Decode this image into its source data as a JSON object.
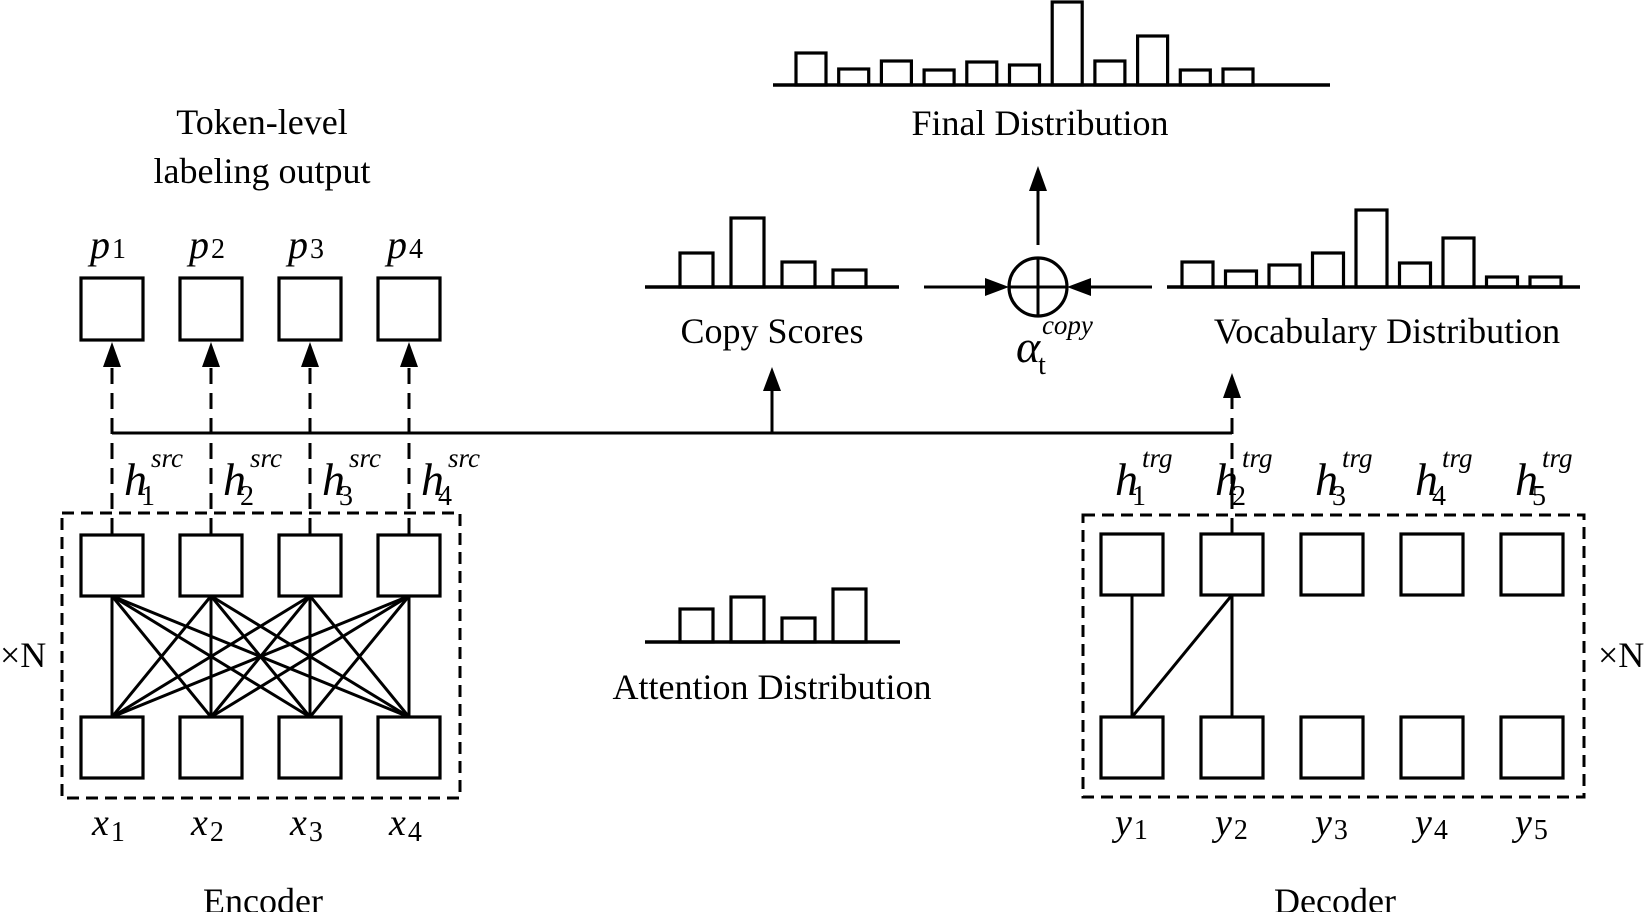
{
  "title": "Copy-augmented encoder-decoder architecture",
  "labels": {
    "token_output_line1": "Token-level",
    "token_output_line2": "labeling output",
    "final_distribution": "Final Distribution",
    "copy_scores": "Copy Scores",
    "vocabulary_distribution": "Vocabulary Distribution",
    "attention_distribution": "Attention Distribution",
    "encoder": "Encoder",
    "decoder": "Decoder",
    "encoder_repeat": "×N",
    "decoder_repeat": "×N",
    "gate_symbol": "α",
    "gate_sub": "t",
    "gate_sup": "copy"
  },
  "encoder": {
    "outputs": [
      {
        "var": "p",
        "idx": "1"
      },
      {
        "var": "p",
        "idx": "2"
      },
      {
        "var": "p",
        "idx": "3"
      },
      {
        "var": "p",
        "idx": "4"
      }
    ],
    "hidden": [
      {
        "var": "h",
        "idx": "1",
        "sup": "src"
      },
      {
        "var": "h",
        "idx": "2",
        "sup": "src"
      },
      {
        "var": "h",
        "idx": "3",
        "sup": "src"
      },
      {
        "var": "h",
        "idx": "4",
        "sup": "src"
      }
    ],
    "inputs": [
      {
        "var": "x",
        "idx": "1"
      },
      {
        "var": "x",
        "idx": "2"
      },
      {
        "var": "x",
        "idx": "3"
      },
      {
        "var": "x",
        "idx": "4"
      }
    ]
  },
  "decoder": {
    "hidden": [
      {
        "var": "h",
        "idx": "1",
        "sup": "trg"
      },
      {
        "var": "h",
        "idx": "2",
        "sup": "trg"
      },
      {
        "var": "h",
        "idx": "3",
        "sup": "trg"
      },
      {
        "var": "h",
        "idx": "4",
        "sup": "trg"
      },
      {
        "var": "h",
        "idx": "5",
        "sup": "trg"
      }
    ],
    "inputs": [
      {
        "var": "y",
        "idx": "1"
      },
      {
        "var": "y",
        "idx": "2"
      },
      {
        "var": "y",
        "idx": "3"
      },
      {
        "var": "y",
        "idx": "4"
      },
      {
        "var": "y",
        "idx": "5"
      }
    ],
    "connections": [
      [
        0,
        0
      ],
      [
        0,
        1
      ],
      [
        1,
        1
      ]
    ],
    "active_output_index": 1
  },
  "distributions": {
    "final": [
      32,
      16,
      24,
      15,
      23,
      20,
      83,
      24,
      49,
      15,
      16
    ],
    "copy_scores": [
      34,
      69,
      25,
      17
    ],
    "vocabulary": [
      25,
      16,
      22,
      34,
      77,
      24,
      49,
      10,
      10
    ],
    "attention": [
      33,
      45,
      24,
      53
    ]
  }
}
